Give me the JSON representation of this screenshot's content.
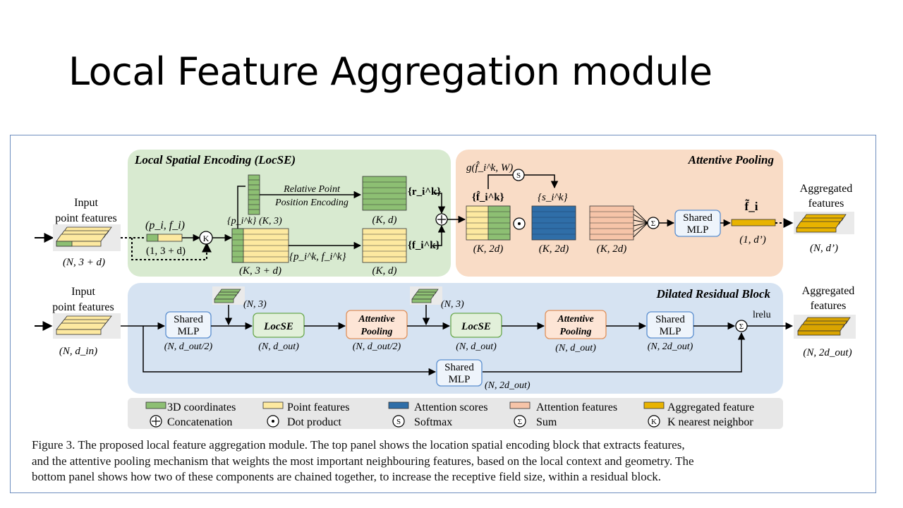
{
  "slide": {
    "title": "Local Feature Aggregation module"
  },
  "top_panel": {
    "locse_title": "Local Spatial Encoding (LocSE)",
    "attentive_pooling_title": "Attentive Pooling",
    "input_label_line1": "Input",
    "input_label_line2": "point features",
    "input_dim": "(N, 3 + d)",
    "pi_fi_label": "(p_i, f_i)",
    "pi_fi_dim": "(1, 3 + d)",
    "k_symbol": "K",
    "pik_label": "{p_i^k}",
    "pik_dim": "(K, 3)",
    "rel_pos_line1": "Relative Point",
    "rel_pos_line2": "Position Encoding",
    "rik_label": "{r_i^k}",
    "kd_dim_top": "(K, d)",
    "group_label": "{p_i^k, f_i^k}",
    "k3d_dim": "(K, 3 + d)",
    "fik_label": "{f_i^k}",
    "kd_dim_bottom": "(K, d)",
    "g_label": "g(f̂_i^k, W)",
    "s_symbol": "S",
    "fhat_label": "{f̂_i^k}",
    "sik_label": "{s_i^k}",
    "k2d_dim_1": "(K, 2d)",
    "k2d_dim_2": "(K, 2d)",
    "k2d_dim_3": "(K, 2d)",
    "shared_mlp_line1": "Shared",
    "shared_mlp_line2": "MLP",
    "ftilde_label": "f̃_i",
    "out_dim_small": "(1, d’)",
    "output_label_line1": "Aggregated",
    "output_label_line2": "features",
    "output_dim": "(N, d’)"
  },
  "bottom_panel": {
    "title": "Dilated Residual Block",
    "input_label_line1": "Input",
    "input_label_line2": "point features",
    "input_dim": "(N, d_in)",
    "mlp1_line1": "Shared",
    "mlp1_line2": "MLP",
    "mlp1_dim": "(N, d_out/2)",
    "n3_dim_1": "(N, 3)",
    "locse1_label": "LocSE",
    "locse1_dim": "(N, d_out)",
    "pool1_line1": "Attentive",
    "pool1_line2": "Pooling",
    "pool1_dim": "(N, d_out/2)",
    "n3_dim_2": "(N, 3)",
    "locse2_label": "LocSE",
    "locse2_dim": "(N, d_out)",
    "pool2_line1": "Attentive",
    "pool2_line2": "Pooling",
    "pool2_dim": "(N, d_out)",
    "mlp2_line1": "Shared",
    "mlp2_line2": "MLP",
    "mlp2_dim": "(N, 2d_out)",
    "mlp3_line1": "Shared",
    "mlp3_line2": "MLP",
    "mlp3_dim": "(N, 2d_out)",
    "lrelu_label": "lrelu",
    "output_label_line1": "Aggregated",
    "output_label_line2": "features",
    "output_dim": "(N, 2d_out)"
  },
  "legend": {
    "coords": "3D coordinates",
    "point_features": "Point features",
    "attention_scores": "Attention scores",
    "attention_features": "Attention features",
    "aggregated_feature": "Aggregated feature",
    "concatenation": "Concatenation",
    "dot_product": "Dot product",
    "softmax": "Softmax",
    "sum": "Sum",
    "knn": "K nearest neighbor"
  },
  "caption": {
    "line1": "Figure 3. The proposed local feature aggregation module. The top panel shows the location spatial encoding block that extracts features,",
    "line2": "and the attentive pooling mechanism that weights the most important neighbouring features, based on the local context and geometry. The",
    "line3": "bottom panel shows how two of these components are chained together, to increase the receptive field size, within a residual block."
  },
  "colors": {
    "coords_green": "#8dbf73",
    "point_yellow": "#fde9a0",
    "score_blue": "#2f6ea8",
    "attention_salmon": "#f6c4a8",
    "aggregated_gold": "#e8b300",
    "locse_panel": "#d8ead0",
    "pool_panel": "#f9dcc6",
    "residual_panel": "#d6e3f2",
    "legend_panel": "#e7e7e7"
  }
}
